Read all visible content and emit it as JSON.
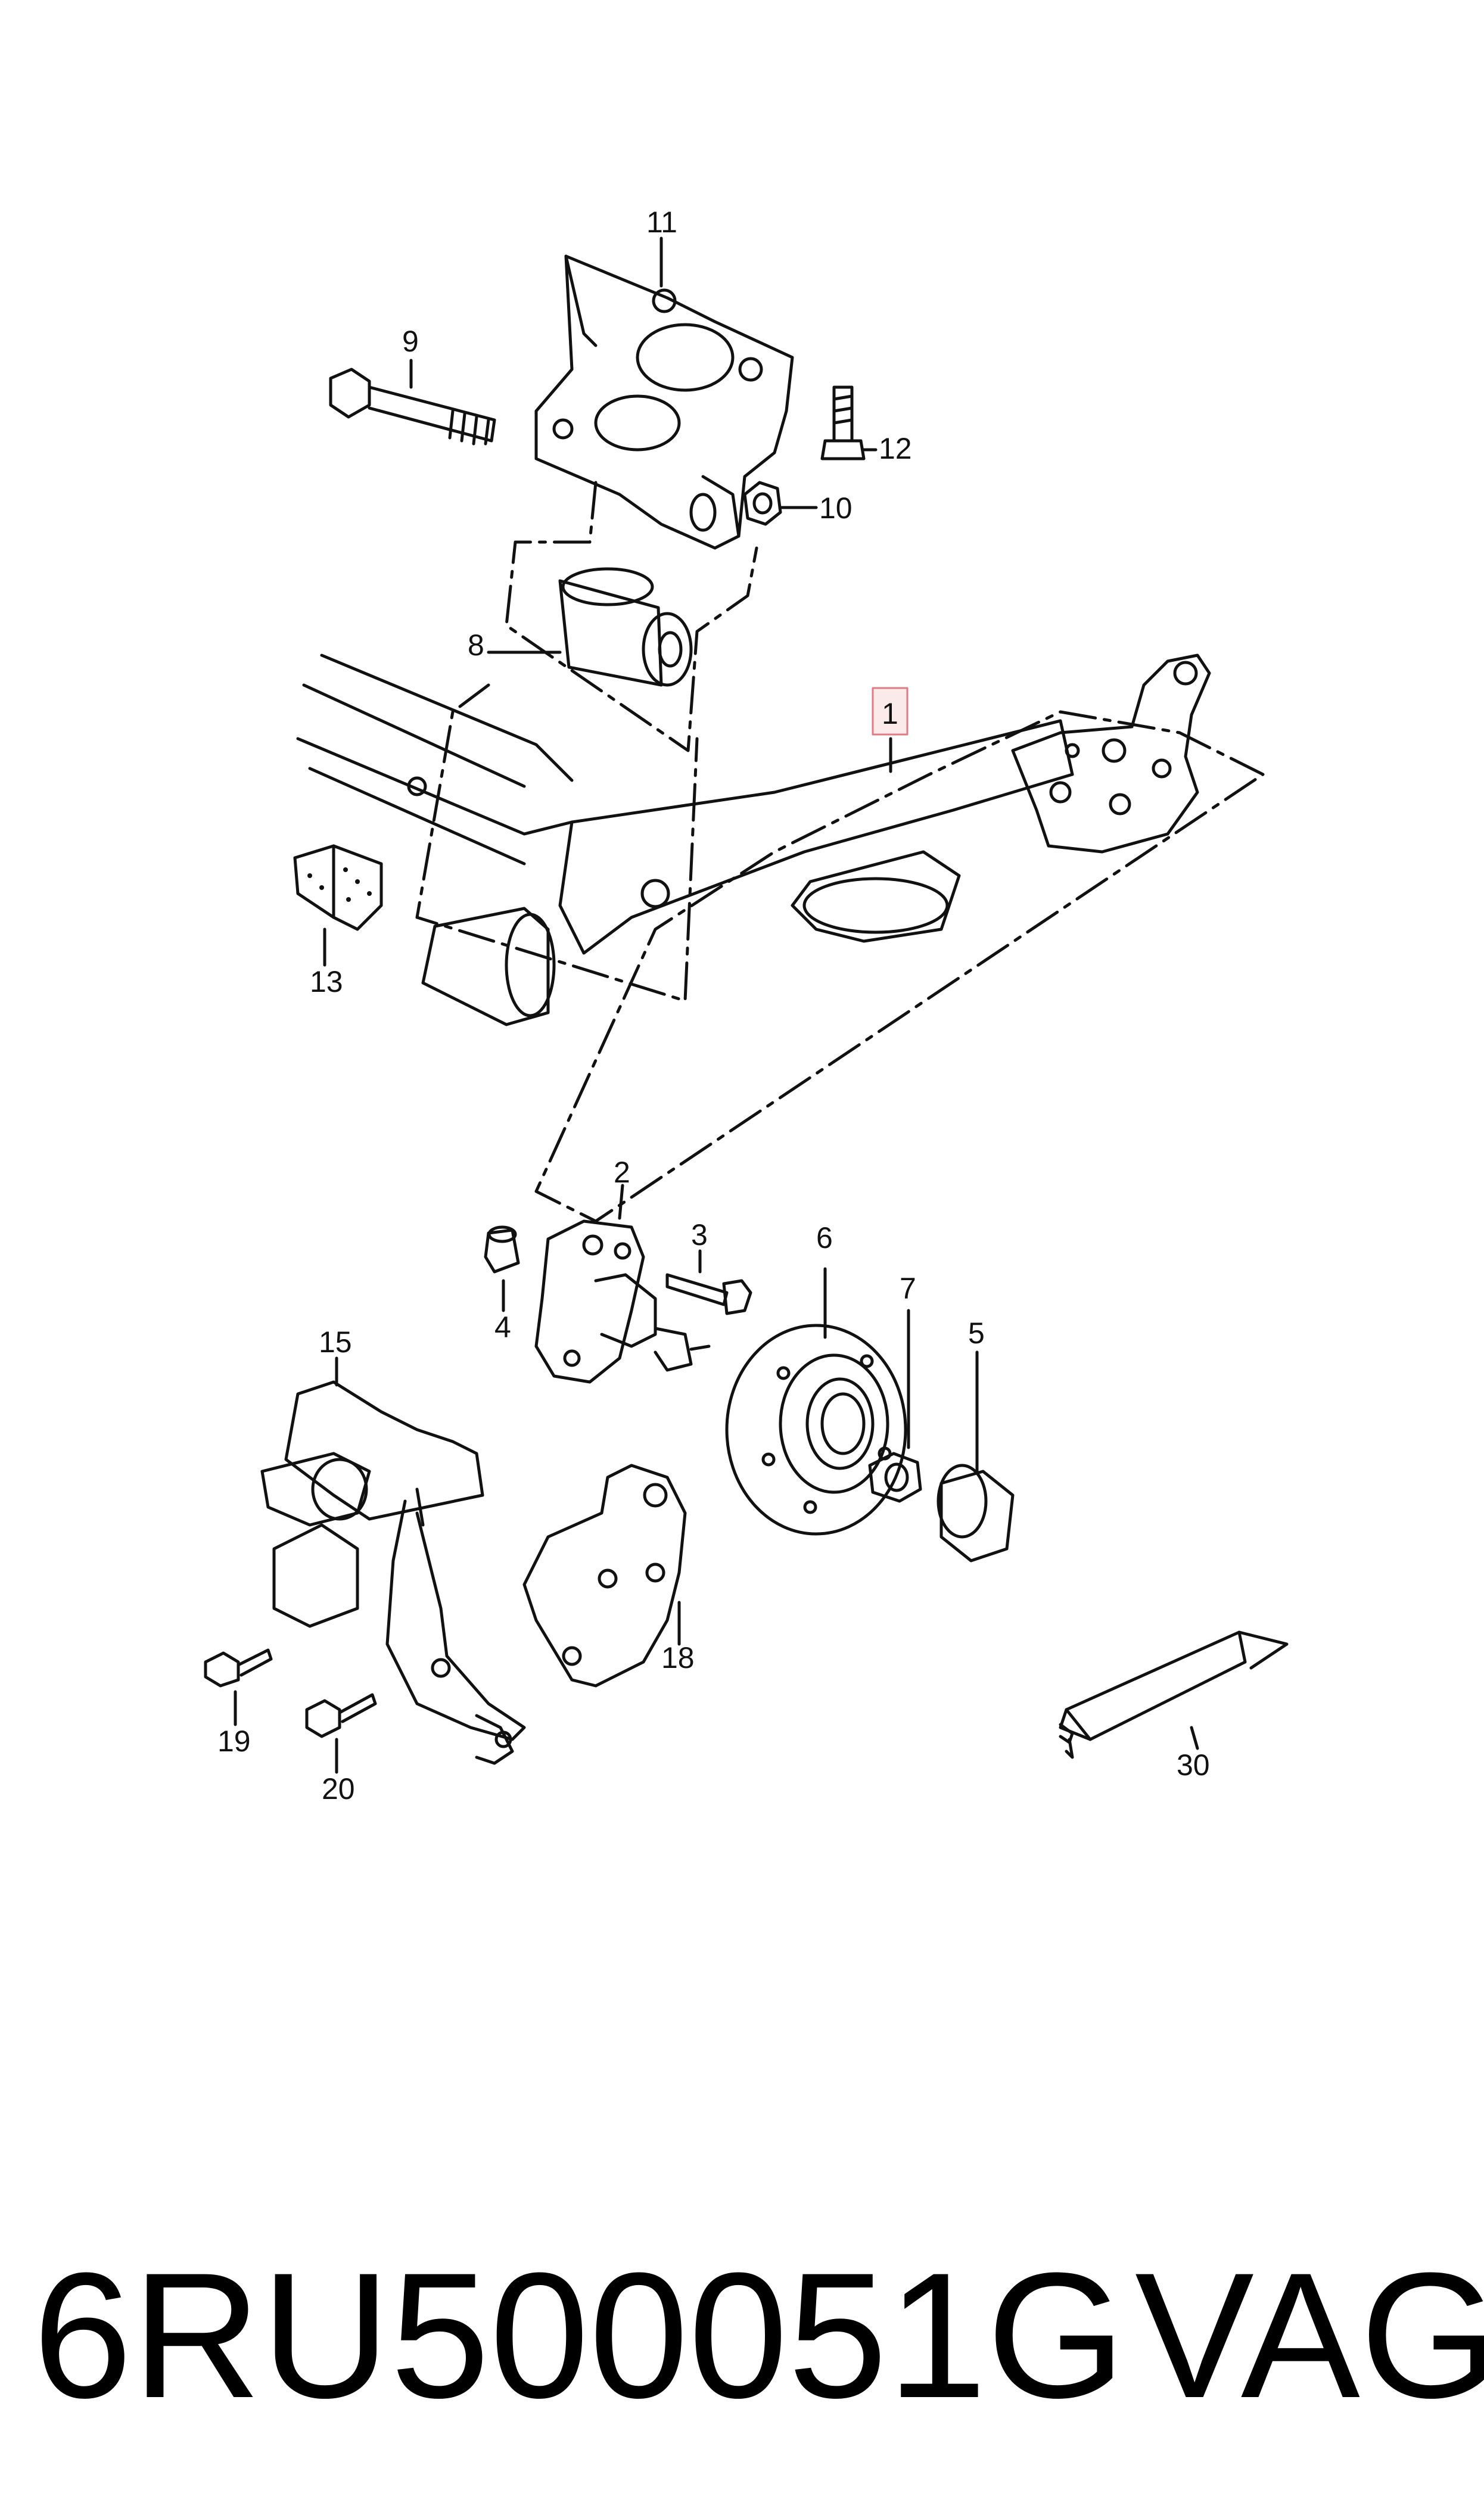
{
  "diagram": {
    "labels": {
      "p1": "1",
      "p2": "2",
      "p3": "3",
      "p4": "4",
      "p5": "5",
      "p6": "6",
      "p7": "7",
      "p8": "8",
      "p9": "9",
      "p10": "10",
      "p11": "11",
      "p12": "12",
      "p13": "13",
      "p15": "15",
      "p18": "18",
      "p19": "19",
      "p20": "20",
      "p30": "30"
    },
    "highlighted_part": "1",
    "highlight_color": "#e07a85"
  },
  "caption": {
    "part_number": "6RU500051G",
    "brand": "VAG"
  }
}
